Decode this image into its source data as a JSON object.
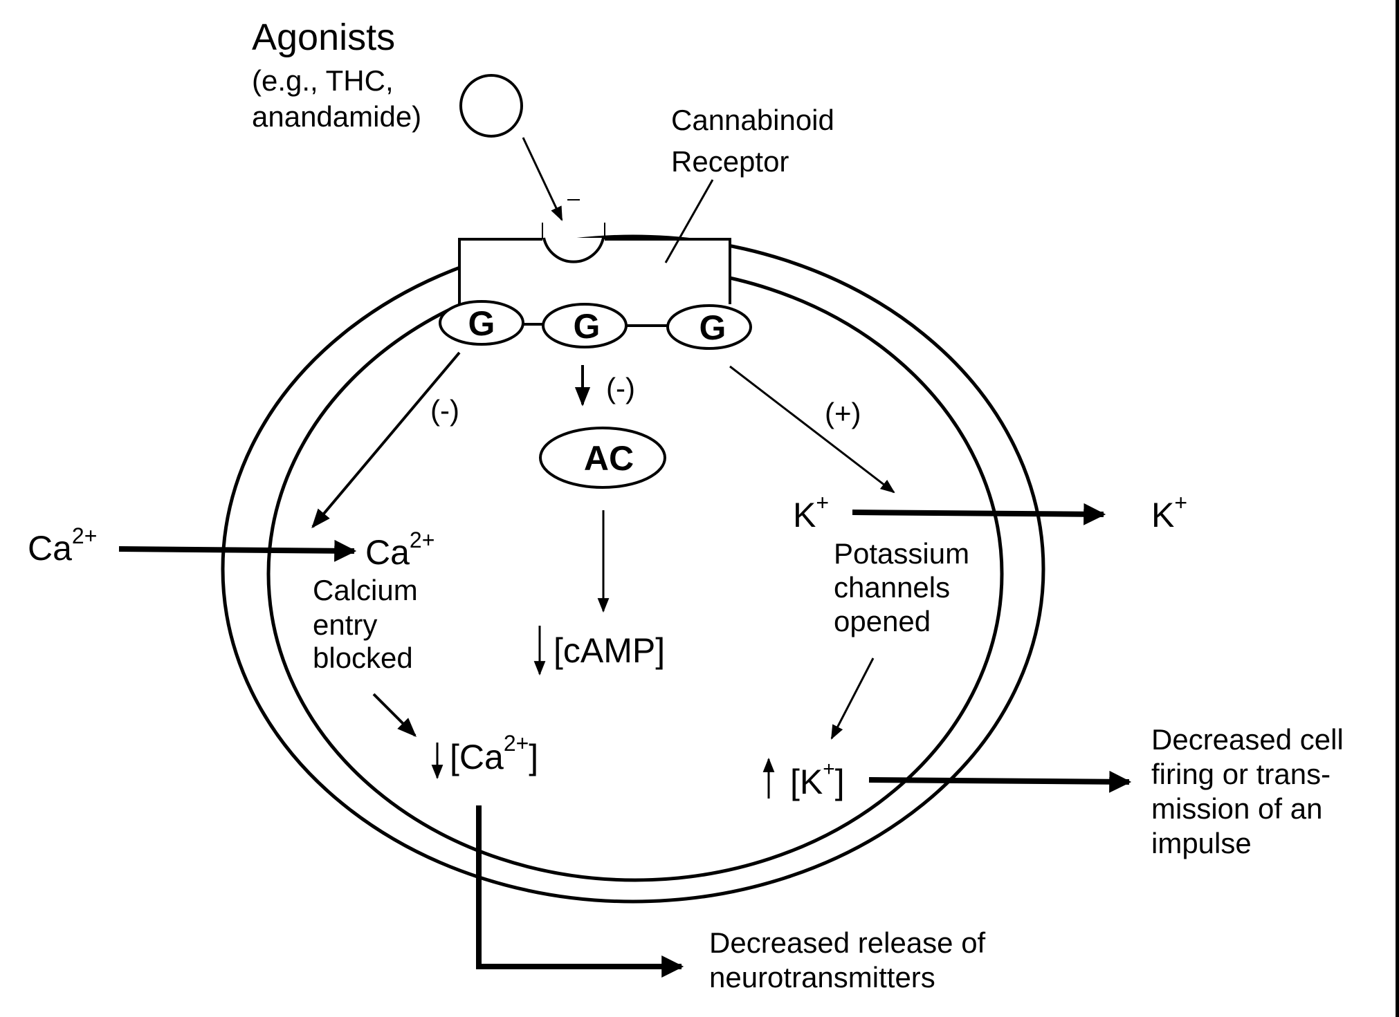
{
  "title": "Cannabinoid receptor signaling mechanism",
  "agonists": {
    "heading": "Agonists",
    "line2": "(e.g., THC,",
    "line3": "anandamide)"
  },
  "receptor": {
    "line1": "Cannabinoid",
    "line2": "Receptor"
  },
  "g_proteins": [
    "G",
    "G",
    "G"
  ],
  "effects": {
    "left_sign": "(-)",
    "center_sign": "(-)",
    "right_sign": "(+)"
  },
  "adenylate_cyclase": "AC",
  "camp": {
    "arrow": "↓",
    "label": "[cAMP]"
  },
  "calcium": {
    "outside": "Ca",
    "outside_sup": "2+",
    "inside": "Ca",
    "inside_sup": "2+",
    "note_lines": [
      "Calcium",
      "entry",
      "blocked"
    ],
    "result_arrow": "↓",
    "result_open": "[Ca",
    "result_sup": "2+",
    "result_close": "]"
  },
  "potassium": {
    "inside": "K",
    "inside_sup": "+",
    "outside": "K",
    "outside_sup": "+",
    "note_lines": [
      "Potassium",
      "channels",
      "opened"
    ],
    "result_arrow": "↑",
    "result_open": "[K",
    "result_sup": "+",
    "result_close": "]"
  },
  "outcomes": {
    "firing_lines": [
      "Decreased cell",
      "firing or trans-",
      "mission of an",
      "impulse"
    ],
    "release_lines": [
      "Decreased release of",
      "neurotransmitters"
    ]
  }
}
